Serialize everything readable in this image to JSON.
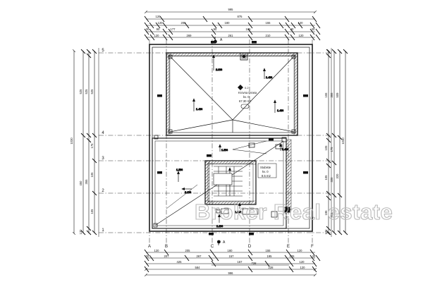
{
  "document": {
    "type": "architectural-roof-plan",
    "background_color": "#ffffff",
    "line_color": "#1a1a1a",
    "watermark": {
      "text": "Broker Real estate",
      "color": "#b9b9b9"
    }
  },
  "grid": {
    "horizontal_labels": [
      "1",
      "2",
      "3",
      "4",
      "5"
    ],
    "vertical_labels": [
      "A",
      "B",
      "C",
      "D",
      "E",
      "F"
    ],
    "section_marker": "A"
  },
  "dimensions": {
    "top": {
      "total": "995",
      "chain_1": [
        "120",
        "875"
      ],
      "chain_2": [
        "120",
        "205",
        "180",
        "155",
        "120"
      ],
      "chain_3": [
        "30",
        "90",
        "105",
        "177",
        "261",
        "180",
        "105",
        "90",
        "30"
      ],
      "chain_4": [
        "120",
        "269",
        "261",
        "210",
        "120"
      ]
    },
    "bottom": {
      "chain_1": [
        "120",
        "205",
        "180",
        "155",
        "120"
      ],
      "chain_2": [
        "30",
        "90",
        "207",
        "267",
        "157",
        "195",
        "105",
        "30"
      ],
      "chain_3": [
        "425",
        "167",
        "120"
      ],
      "chain_4": [
        "584",
        "228",
        "120"
      ],
      "total_inner": "728",
      "total": "996"
    }
  },
  "labels": {
    "roof_terrace": {
      "title": "Krovna terasa",
      "line2": "kv. 0",
      "line3": "67.30 m2",
      "badge": "0.2"
    },
    "stair_room": {
      "title": "Stubiste",
      "line2": "kv. 0",
      "line3": "8.5 m2"
    }
  },
  "slopes": [
    {
      "label": "1.4%"
    },
    {
      "label": "2.0%"
    },
    {
      "label": "1.4%"
    },
    {
      "label": "1.4%"
    },
    {
      "label": "1.5%"
    },
    {
      "label": "2.1%"
    },
    {
      "label": "1.5%"
    },
    {
      "label": "1.4%"
    },
    {
      "label": "1.2%"
    },
    {
      "label": "0.2%"
    },
    {
      "label": "1.5%"
    }
  ],
  "left_dimensions": {
    "chain_outer": [
      "1030"
    ],
    "chain_mid": [
      "525",
      "450",
      "120"
    ],
    "chain_inner": [
      "525",
      "175",
      "105",
      "105",
      "120"
    ]
  },
  "right_dimensions": {
    "chain_inner": [
      "155",
      "200",
      "105",
      "195",
      "105",
      "120"
    ],
    "chain_mid": [
      "355",
      "175",
      "320"
    ],
    "chain_outer": [
      "509",
      "201",
      "320"
    ]
  }
}
